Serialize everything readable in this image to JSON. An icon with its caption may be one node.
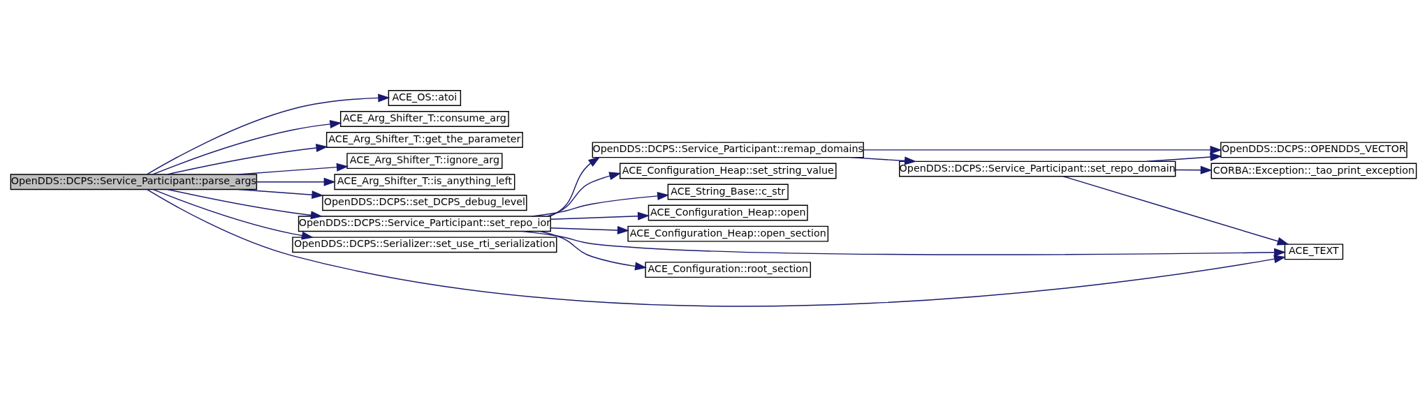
{
  "diagram": {
    "nodes": [
      {
        "text": [
          "OpenDDS::DCPS::Service_Participant::parse_args"
        ]
      },
      {
        "text": [
          "ACE_OS::atoi"
        ]
      },
      {
        "text": [
          "ACE_Arg_Shifter_T::consume_arg"
        ]
      },
      {
        "text": [
          "ACE_Arg_Shifter_T::get_the_parameter"
        ]
      },
      {
        "text": [
          "ACE_Arg_Shifter_T::ignore_arg"
        ]
      },
      {
        "text": [
          "ACE_Arg_Shifter_T::is_anything_left"
        ]
      },
      {
        "text": [
          "OpenDDS::DCPS::set_DCPS_debug_level"
        ]
      },
      {
        "text": [
          "OpenDDS::DCPS::Service_Participant::set_repo_ior"
        ]
      },
      {
        "text": [
          "OpenDDS::DCPS::Serializer::set_use_rti_serialization"
        ]
      },
      {
        "text": [
          "ACE_Configuration_Heap::set_string_value"
        ]
      },
      {
        "text": [
          "ACE_String_Base::c_str"
        ]
      },
      {
        "text": [
          "ACE_Configuration_Heap::open"
        ]
      },
      {
        "text": [
          "ACE_Configuration_Heap::open_section"
        ]
      },
      {
        "text": [
          "OpenDDS::DCPS::Service_Participant::remap_domains"
        ]
      },
      {
        "text": [
          "ACE_Configuration::root_section"
        ]
      },
      {
        "text": [
          "ACE_TEXT"
        ]
      },
      {
        "text": [
          "OpenDDS::DCPS::Service_Participant::set_repo_domain"
        ]
      },
      {
        "text": [
          "CORBA::Exception::_tao_print_exception"
        ]
      },
      {
        "text": [
          "OpenDDS::DCPS::OPENDDS_VECTOR"
        ]
      }
    ],
    "edges": [
      {
        "from": 0,
        "to": 15,
        "arrow": "to"
      },
      {
        "from": 0,
        "to": 1,
        "arrow": "to"
      },
      {
        "from": 0,
        "to": 2,
        "arrow": "to"
      },
      {
        "from": 0,
        "to": 3,
        "arrow": "to"
      },
      {
        "from": 0,
        "to": 4,
        "arrow": "to"
      },
      {
        "from": 0,
        "to": 5,
        "arrow": "to"
      },
      {
        "from": 0,
        "to": 6,
        "arrow": "to"
      },
      {
        "from": 0,
        "to": 7,
        "arrow": "to"
      },
      {
        "from": 0,
        "to": 8,
        "arrow": "to"
      },
      {
        "from": 7,
        "to": 9,
        "arrow": "to"
      },
      {
        "from": 7,
        "to": 15,
        "arrow": "to"
      },
      {
        "from": 7,
        "to": 10,
        "arrow": "to"
      },
      {
        "from": 7,
        "to": 11,
        "arrow": "to"
      },
      {
        "from": 7,
        "to": 12,
        "arrow": "to"
      },
      {
        "from": 7,
        "to": 13,
        "arrow": "to"
      },
      {
        "from": 7,
        "to": 14,
        "arrow": "to"
      },
      {
        "from": 13,
        "to": 16,
        "arrow": "to"
      },
      {
        "from": 13,
        "to": 18,
        "arrow": "to"
      },
      {
        "from": 16,
        "to": 15,
        "arrow": "to"
      },
      {
        "from": 16,
        "to": 17,
        "arrow": "to"
      },
      {
        "from": 16,
        "to": 18,
        "arrow": "to"
      }
    ]
  }
}
